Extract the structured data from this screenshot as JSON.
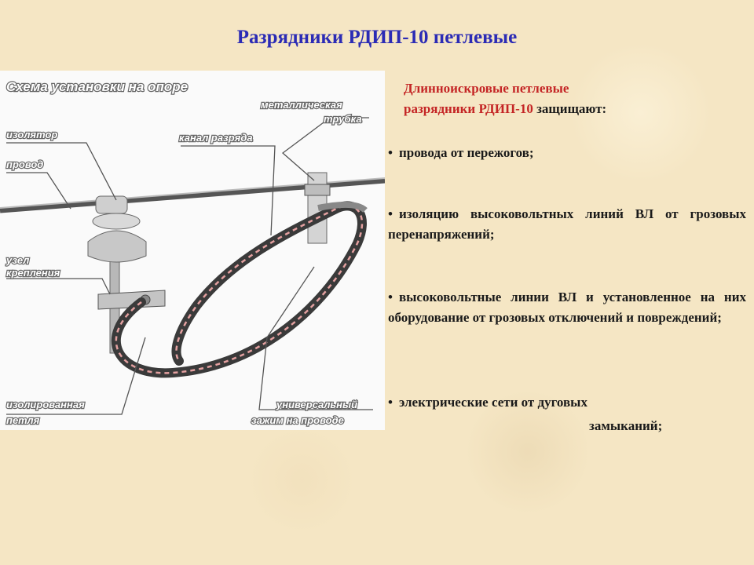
{
  "title": "Разрядники РДИП-10 петлевые",
  "figure": {
    "caption": "Схема установки на опоре",
    "labels": {
      "izolyator": "изолятор",
      "provod": "провод",
      "uzel_line1": "узел",
      "uzel_line2": "крепления",
      "metal_line1": "металлическая",
      "metal_line2": "трубка",
      "kanal": "канал разряда",
      "petlya_line1": "изолированная",
      "petlya_line2": "петля",
      "zazhim_line1": "универсальный",
      "zazhim_line2": "зажим на проводе"
    }
  },
  "intro": {
    "red_line1": "Длинноискровые петлевые",
    "red_line2": "разрядники РДИП-10",
    "black_tail": " защищают:"
  },
  "bullets": {
    "b1": "провода от пережогов;",
    "b2": "изоляцию высоковольтных линий ВЛ от грозовых перенапряжений;",
    "b3": "высоковольтные линии ВЛ и установленное на них оборудование от грозовых отключений и повреждений;",
    "b4_line1": "электрические сети от дуговых",
    "b4_line2": "замыканий;"
  },
  "bullet_symbol": "•"
}
